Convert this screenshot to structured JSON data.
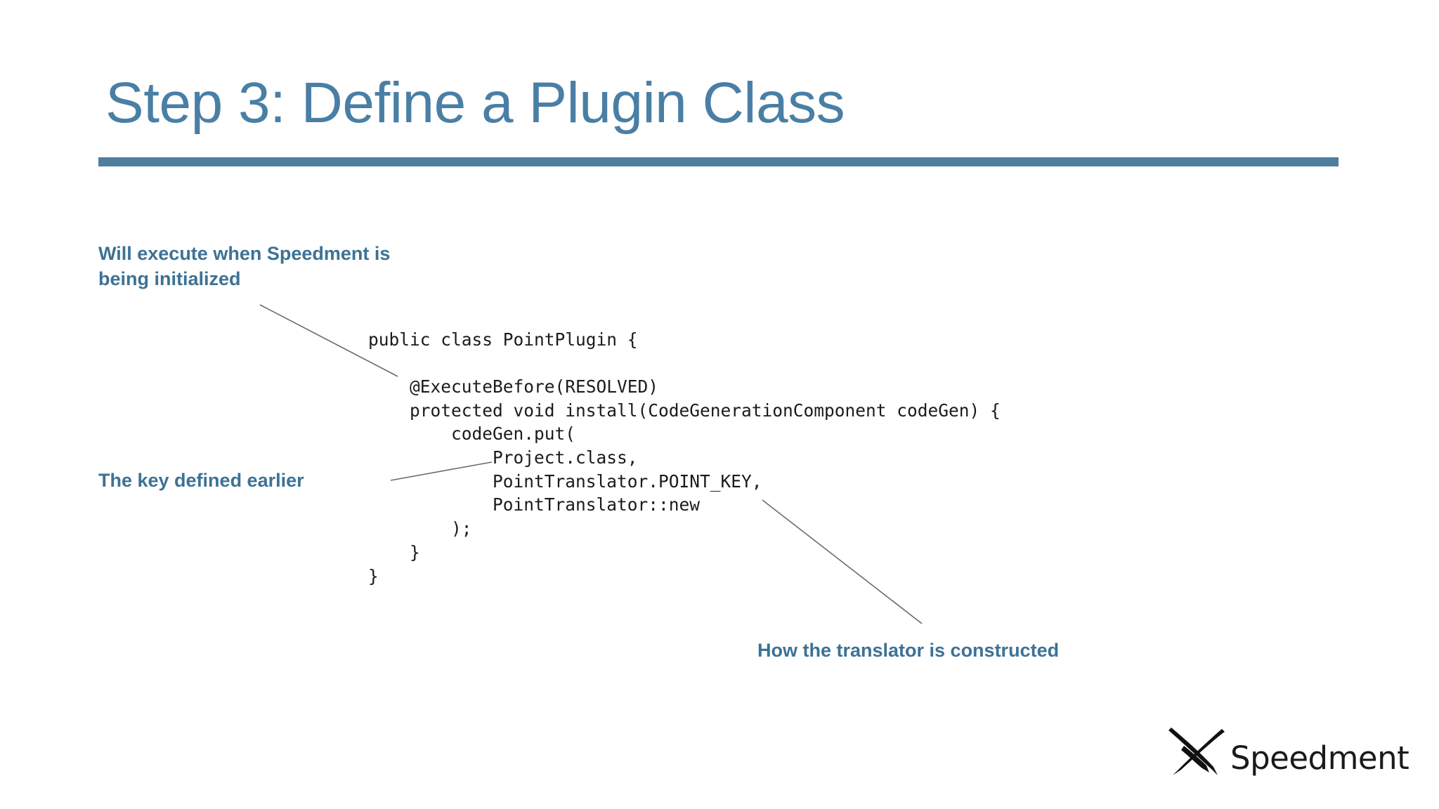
{
  "slide": {
    "title": "Step 3: Define a Plugin Class",
    "background_color": "#ffffff",
    "title_color": "#4a7fa5",
    "rule_color": "#4e7e9e",
    "annotation_color": "#3d7295",
    "code_color": "#1b1b1b",
    "leader_line_color": "#6b6b6b"
  },
  "annotations": {
    "initialized": "Will execute when Speedment is\nbeing initialized",
    "key": "The key defined earlier",
    "translator": "How the translator is constructed"
  },
  "code": {
    "language": "java",
    "text": "public class PointPlugin {\n\n    @ExecuteBefore(RESOLVED)\n    protected void install(CodeGenerationComponent codeGen) {\n        codeGen.put(\n            Project.class,\n            PointTranslator.POINT_KEY,\n            PointTranslator::new\n        );\n    }\n}",
    "lines": [
      "public class PointPlugin {",
      "",
      "    @ExecuteBefore(RESOLVED)",
      "    protected void install(CodeGenerationComponent codeGen) {",
      "        codeGen.put(",
      "            Project.class,",
      "            PointTranslator.POINT_KEY,",
      "            PointTranslator::new",
      "        );",
      "    }",
      "}"
    ]
  },
  "logo": {
    "wordmark": "Speedment",
    "mark": "crossed-x-mark"
  }
}
